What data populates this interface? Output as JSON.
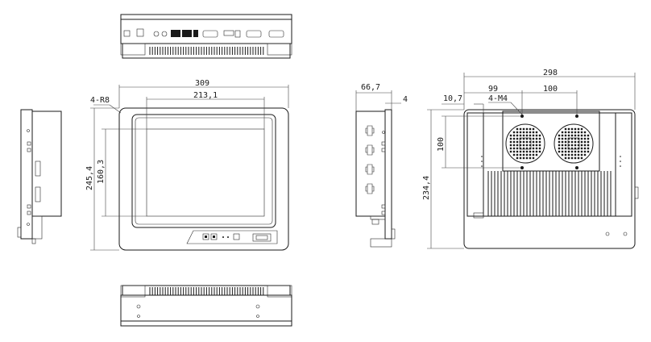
{
  "dimensions": {
    "overall_width": "309",
    "display_width": "213,1",
    "corner_radius": "4-R8",
    "overall_height": "245,4",
    "display_height": "160,3",
    "depth": "66,7",
    "bezel_thickness": "4",
    "rear_width": "298",
    "mount_offset_x": "99",
    "mount_spacing_x": "100",
    "edge_offset": "10,7",
    "mount_holes": "4-M4",
    "mount_spacing_y": "100",
    "rear_height": "234,4"
  },
  "colors": {
    "line": "#1a1a1a",
    "background": "#ffffff"
  }
}
